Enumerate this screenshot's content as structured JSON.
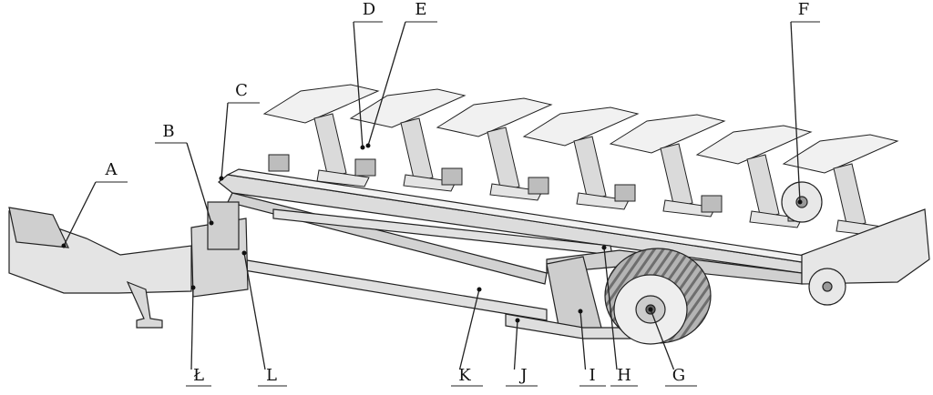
{
  "diagram": {
    "colors": {
      "line": "#222222",
      "metal_light": "#e9e9e9",
      "metal_mid": "#c8c8c8",
      "metal_dark": "#8a8a8a",
      "tire": "#9a9a9a",
      "background": "#ffffff"
    },
    "callouts": [
      {
        "id": "A",
        "text": "A"
      },
      {
        "id": "B",
        "text": "B"
      },
      {
        "id": "C",
        "text": "C"
      },
      {
        "id": "D",
        "text": "D"
      },
      {
        "id": "E",
        "text": "E"
      },
      {
        "id": "F",
        "text": "F"
      },
      {
        "id": "G",
        "text": "G"
      },
      {
        "id": "H",
        "text": "H"
      },
      {
        "id": "I",
        "text": "I"
      },
      {
        "id": "J",
        "text": "J"
      },
      {
        "id": "K",
        "text": "K"
      },
      {
        "id": "L",
        "text": "L"
      },
      {
        "id": "Ł",
        "text": "Ł"
      }
    ]
  }
}
